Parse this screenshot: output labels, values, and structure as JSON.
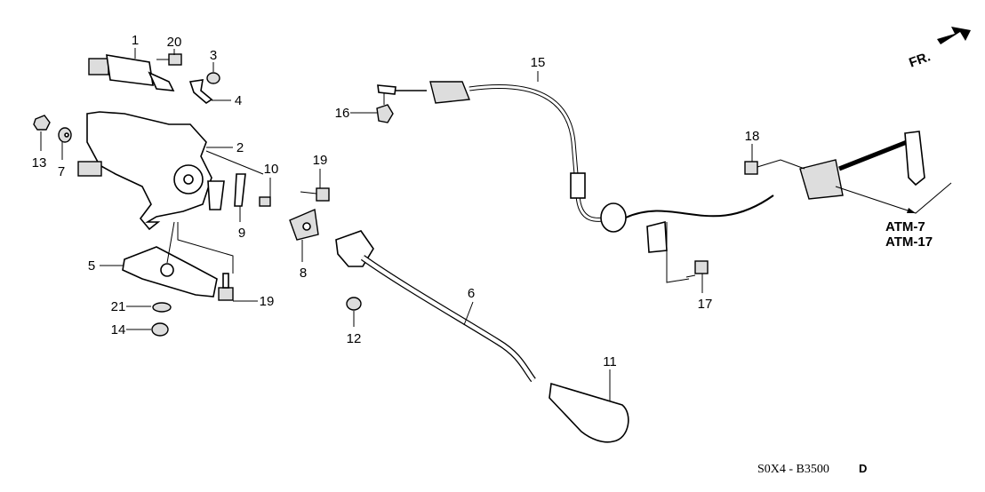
{
  "diagram": {
    "callouts": [
      "1",
      "20",
      "3",
      "4",
      "13",
      "7",
      "2",
      "10",
      "19",
      "9",
      "8",
      "5",
      "19",
      "21",
      "14",
      "12",
      "6",
      "11",
      "15",
      "16",
      "18",
      "17"
    ],
    "references": [
      "ATM-7",
      "ATM-17"
    ],
    "direction_label": "FR.",
    "diagram_code": "S0X4 - B3500",
    "diagram_code_suffix": "D"
  }
}
